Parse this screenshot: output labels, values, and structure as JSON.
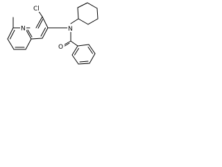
{
  "structure": {
    "atoms": [
      {
        "id": "cl",
        "label": "Cl"
      },
      {
        "id": "n-quinoline",
        "label": "N"
      },
      {
        "id": "n-amide",
        "label": "N"
      },
      {
        "id": "o-carbonyl",
        "label": "O"
      }
    ]
  }
}
